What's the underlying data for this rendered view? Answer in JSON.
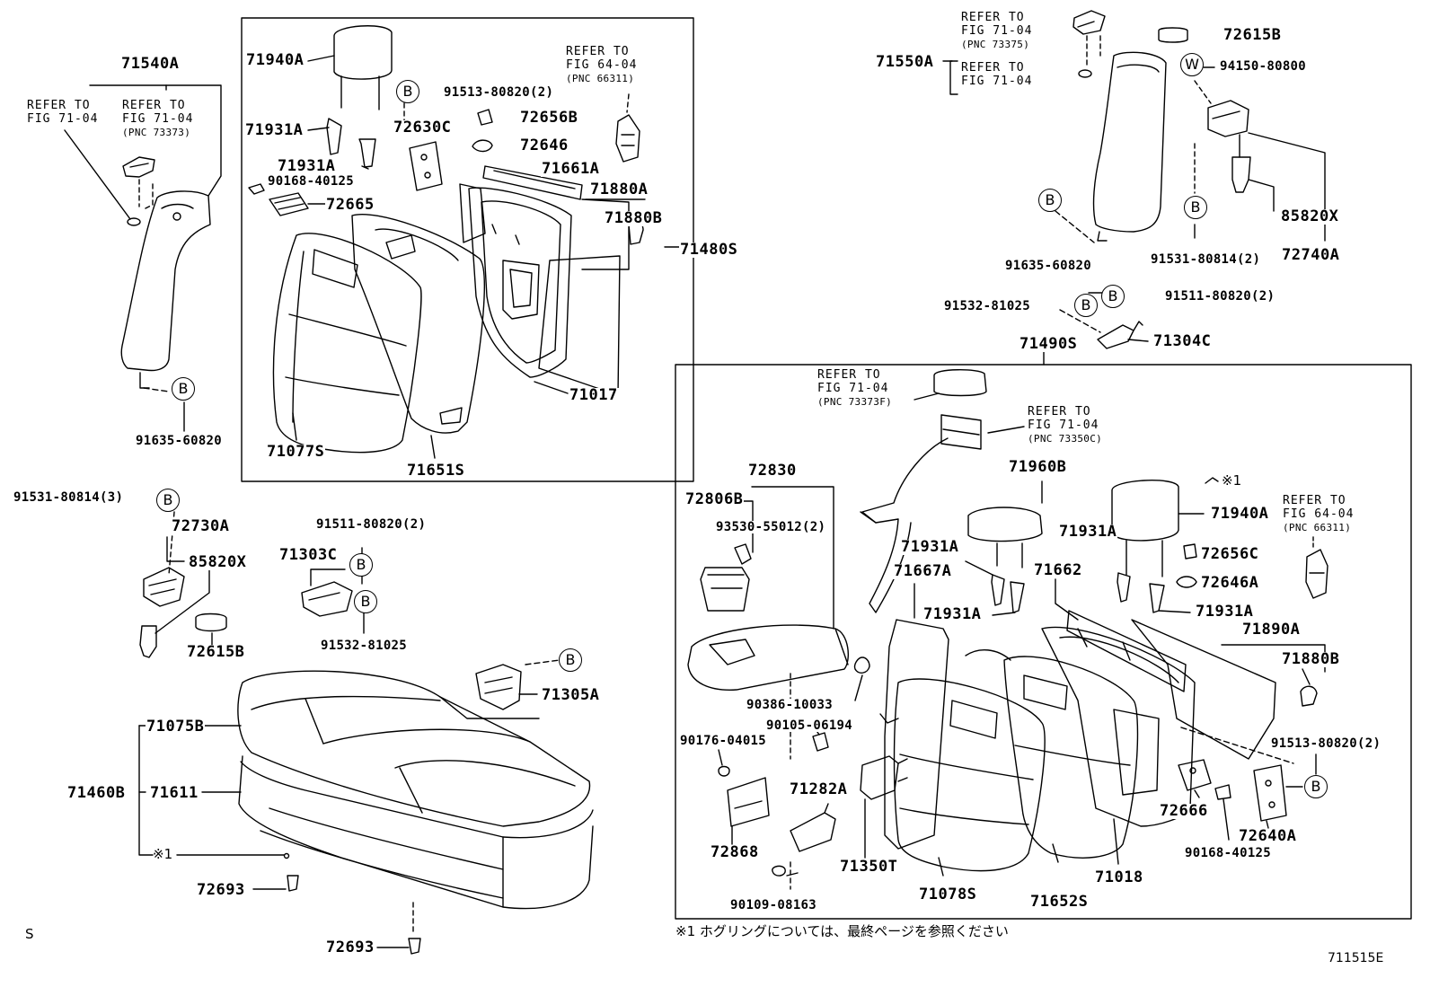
{
  "parts": {
    "p71540A": "71540A",
    "p71940A_1": "71940A",
    "p71931A_1": "71931A",
    "p71931A_2": "71931A",
    "p90168_40125_1": "90168-40125",
    "p72665": "72665",
    "p91513_80820_1": "91513-80820(2)",
    "p72630C": "72630C",
    "p72656B": "72656B",
    "p72646": "72646",
    "p71661A": "71661A",
    "p71880A": "71880A",
    "p71880B_1": "71880B",
    "p71480S": "71480S",
    "p71017": "71017",
    "p71077S": "71077S",
    "p71651S": "71651S",
    "p91635_60820_1": "91635-60820",
    "p71550A": "71550A",
    "p72615B_1": "72615B",
    "p94150_80800": "94150-80800",
    "p85820X_1": "85820X",
    "p72740A": "72740A",
    "p91635_60820_2": "91635-60820",
    "p91531_80814_2": "91531-80814(2)",
    "p91532_81025_1": "91532-81025",
    "p91511_80820_1": "91511-80820(2)",
    "p71304C": "71304C",
    "p71490S": "71490S",
    "p91531_80814_3": "91531-80814(3)",
    "p72730A": "72730A",
    "p85820X_2": "85820X",
    "p72615B_2": "72615B",
    "p91511_80820_2": "91511-80820(2)",
    "p71303C": "71303C",
    "p91532_81025_2": "91532-81025",
    "p71305A": "71305A",
    "p71075B": "71075B",
    "p71460B": "71460B",
    "p71611": "71611",
    "p72693_1": "72693",
    "p72693_2": "72693",
    "p72830": "72830",
    "p72806B": "72806B",
    "p93530_55012": "93530-55012(2)",
    "p90386_10033": "90386-10033",
    "p90105_06194": "90105-06194",
    "p90176_04015": "90176-04015",
    "p71282A": "71282A",
    "p72868": "72868",
    "p90109_08163": "90109-08163",
    "p71350T": "71350T",
    "p71960B": "71960B",
    "p71931A_3": "71931A",
    "p71667A": "71667A",
    "p71931A_4": "71931A",
    "p71662": "71662",
    "p71931A_5": "71931A",
    "p71931A_6": "71931A",
    "p71940A_2": "71940A",
    "p72656C": "72656C",
    "p72646A": "72646A",
    "p71890A": "71890A",
    "p71880B_2": "71880B",
    "p91513_80820_2": "91513-80820(2)",
    "p72666": "72666",
    "p72640A": "72640A",
    "p90168_40125_2": "90168-40125",
    "p71018": "71018",
    "p71652S": "71652S",
    "p71078S": "71078S"
  },
  "refs": {
    "r1_l1": "REFER TO",
    "r1_l2": "FIG 71-04",
    "r2_l1": "REFER TO",
    "r2_l2": "FIG 71-04",
    "r2_l3": "(PNC 73373)",
    "r3_l1": "REFER TO",
    "r3_l2": "FIG 64-04",
    "r3_l3": "(PNC 66311)",
    "r4_l1": "REFER TO",
    "r4_l2": "FIG 71-04",
    "r4_l3": "(PNC 73375)",
    "r5_l1": "REFER TO",
    "r5_l2": "FIG 71-04",
    "r6_l1": "REFER TO",
    "r6_l2": "FIG 71-04",
    "r6_l3": "(PNC 73373F)",
    "r7_l1": "REFER TO",
    "r7_l2": "FIG 71-04",
    "r7_l3": "(PNC 73350C)",
    "r8_l1": "REFER TO",
    "r8_l2": "FIG 64-04",
    "r8_l3": "(PNC 66311)"
  },
  "badges": {
    "b": "B",
    "w": "W"
  },
  "notes": {
    "x1_right": "※1",
    "x1_left": "※1",
    "footnote": "※1  ホグリングについては、最終ページを参照ください",
    "corner": "S",
    "diagram_id": "711515E"
  }
}
